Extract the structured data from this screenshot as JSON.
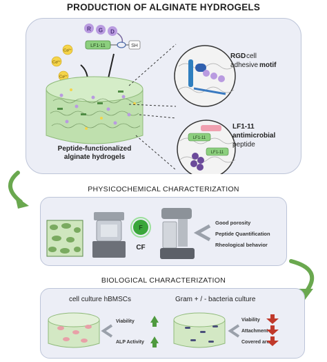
{
  "title": "PRODUCTION OF ALGINATE HYDROGELS",
  "production": {
    "peptide_letters": [
      "R",
      "G",
      "D"
    ],
    "lf_tag": "LF1-11",
    "sh_tag": "SH",
    "ca_ions": [
      "Ca²⁺",
      "Ca²⁺",
      "Ca²⁺"
    ],
    "hydrogel_label_line1": "Peptide-functionalized",
    "hydrogel_label_line2": "alginate hydrogels",
    "rgd_line1_a": "RGD",
    "rgd_line1_b": " cell",
    "rgd_line2_a": "adhesive ",
    "rgd_line2_b": "motif",
    "lf_line1": "LF1-11",
    "lf_line2": "antimicrobial",
    "lf_line3": "peptide",
    "inset_tags": [
      "LF1-11",
      "LF1-11"
    ]
  },
  "physico": {
    "heading": "PHYSICOCHEMICAL CHARACTERIZATION",
    "cf_badge": "F",
    "cf_label": "CF",
    "list": [
      "Good porosity",
      "Peptide Quantification",
      "Rheological behavior"
    ]
  },
  "bio": {
    "heading": "BIOLOGICAL CHARACTERIZATION",
    "left_title": "cell culture hBMSCs",
    "left_items": [
      "Viability",
      "ALP Activity"
    ],
    "right_title": "Gram + / -  bacteria culture",
    "right_items": [
      "Viability",
      "Attachment",
      "Covered area"
    ]
  },
  "colors": {
    "up_arrow": "#4f9a3f",
    "down_arrow": "#c0392b",
    "flow_arrow": "#6aa84f",
    "panel_bg": "#eceef6"
  }
}
